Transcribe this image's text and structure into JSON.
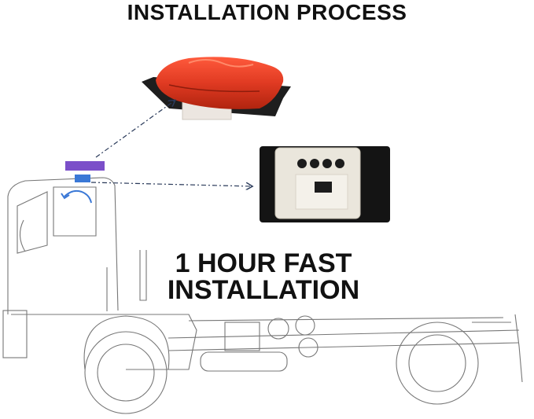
{
  "title": "INSTALLATION PROCESS",
  "headline": {
    "line1": "1 HOUR FAST",
    "line2": "INSTALLATION"
  },
  "colors": {
    "roof_unit": "#d8321f",
    "roof_mount_marker": "#7b4fc9",
    "indoor_unit_marker": "#3a78d6",
    "arrow": "#2a3a5a"
  }
}
